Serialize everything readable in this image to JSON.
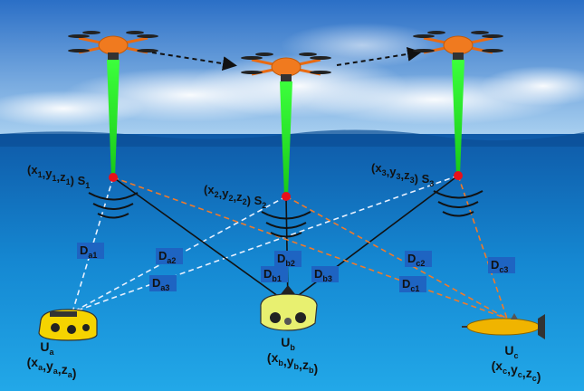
{
  "colors": {
    "sky_top": "#2f73c9",
    "sky_bottom": "#8fc0ea",
    "sea_top": "#1d6fbf",
    "sea_bottom": "#1a9fe0",
    "beam": "#22e022",
    "sensor_point": "#e8101a",
    "drone_body": "#f07a1f",
    "label_box": "#1e64c2",
    "dashed_white": "#e8f1ff",
    "dashed_orange": "#f07a2a",
    "solid_line": "#111111",
    "auv_yellow": "#f5d400",
    "auv_c": "#f0b400"
  },
  "sensors": [
    {
      "id": "S1",
      "name": "S",
      "sub": "1",
      "coord": [
        "x",
        "1",
        "y",
        "1",
        "z",
        "1"
      ]
    },
    {
      "id": "S2",
      "name": "S",
      "sub": "2",
      "coord": [
        "x",
        "2",
        "y",
        "2",
        "z",
        "2"
      ]
    },
    {
      "id": "S3",
      "name": "S",
      "sub": "3",
      "coord": [
        "x",
        "3",
        "y",
        "3",
        "z",
        "3"
      ]
    }
  ],
  "vehicles": [
    {
      "id": "Ua",
      "name": "U",
      "sub": "a",
      "coord": [
        "x",
        "a",
        "y",
        "a",
        "z",
        "a"
      ]
    },
    {
      "id": "Ub",
      "name": "U",
      "sub": "b",
      "coord": [
        "x",
        "b",
        "y",
        "b",
        "z",
        "b"
      ]
    },
    {
      "id": "Uc",
      "name": "U",
      "sub": "c",
      "coord": [
        "x",
        "c",
        "y",
        "c",
        "z",
        "c"
      ]
    }
  ],
  "distances": [
    {
      "id": "Da1",
      "base": "D",
      "sub": "a1"
    },
    {
      "id": "Da2",
      "base": "D",
      "sub": "a2"
    },
    {
      "id": "Da3",
      "base": "D",
      "sub": "a3"
    },
    {
      "id": "Db1",
      "base": "D",
      "sub": "b1"
    },
    {
      "id": "Db2",
      "base": "D",
      "sub": "b2"
    },
    {
      "id": "Db3",
      "base": "D",
      "sub": "b3"
    },
    {
      "id": "Dc1",
      "base": "D",
      "sub": "c1"
    },
    {
      "id": "Dc2",
      "base": "D",
      "sub": "c2"
    },
    {
      "id": "Dc3",
      "base": "D",
      "sub": "c3"
    }
  ],
  "icons": [
    "drone-icon",
    "sonar-wave-icon",
    "auv-icon",
    "flight-arrow-icon"
  ]
}
